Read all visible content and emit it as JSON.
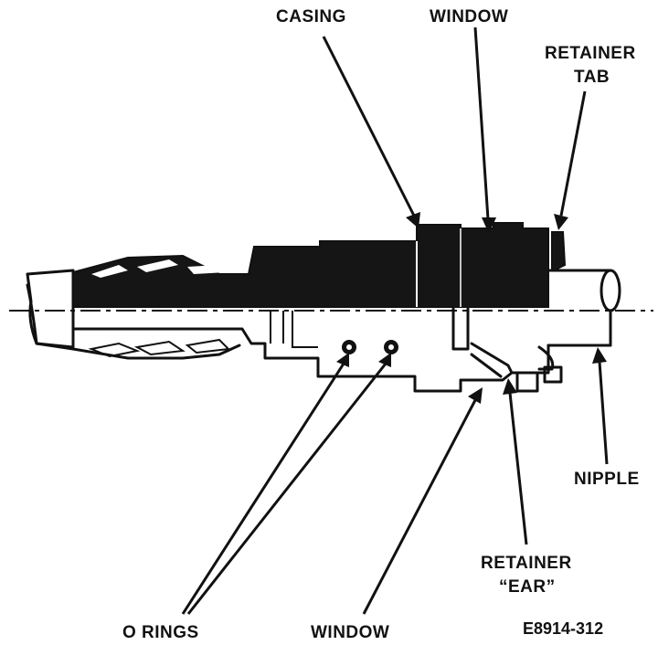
{
  "labels": {
    "casing": "CASING",
    "window_top": "WINDOW",
    "retainer_tab_line1": "RETAINER",
    "retainer_tab_line2": "TAB",
    "nipple": "NIPPLE",
    "retainer_ear_line1": "RETAINER",
    "retainer_ear_line2": "“EAR”",
    "o_rings": "O RINGS",
    "window_bottom": "WINDOW"
  },
  "figure_code": "E8914-312"
}
